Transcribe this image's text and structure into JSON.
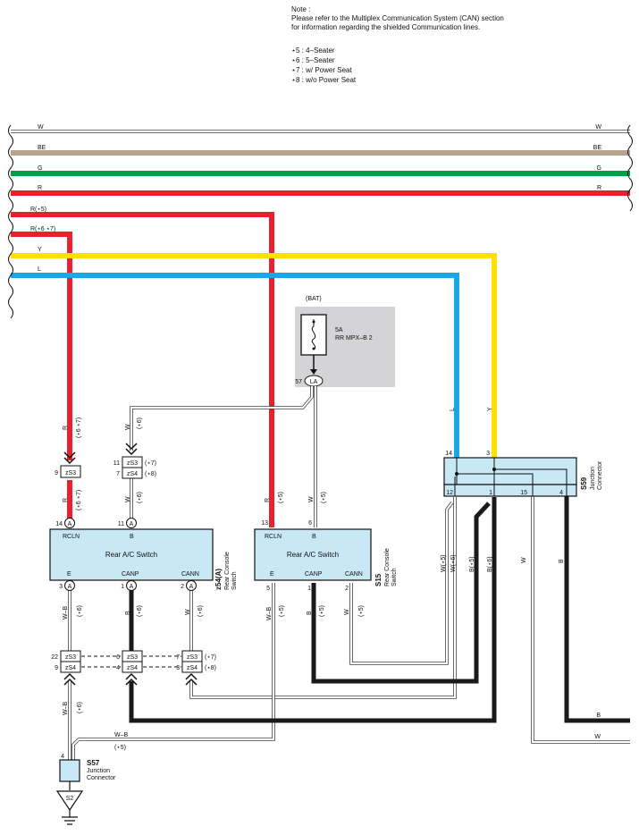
{
  "note": {
    "title": "Note :",
    "line1": "Please refer to the Multiplex Communication System (CAN) section",
    "line2": "for information regarding the shielded Communication lines.",
    "legend": [
      "⋆5 : 4–Seater",
      "⋆6 : 5–Seater",
      "⋆7 : w/ Power Seat",
      "⋆8 : w/o Power Seat"
    ]
  },
  "colors": {
    "W": "#ffffff",
    "BE": "#b8a48c",
    "G": "#00a04a",
    "R": "#e8212c",
    "Y": "#ffe000",
    "L": "#1ba7e6",
    "B": "#1a1a1a",
    "switch_fill": "#c8e8f6",
    "fuse_bg": "#d4d4d6"
  },
  "bus": {
    "left": [
      "W",
      "BE",
      "G",
      "R",
      "R(⋆5)",
      "R(⋆6 ⋆7)",
      "Y",
      "L"
    ],
    "right": [
      "W",
      "BE",
      "G",
      "R"
    ]
  },
  "fuse": {
    "supply": "(BAT)",
    "rating": "5A",
    "name": "RR MPX–B 2",
    "conn_pin": "57",
    "conn_id": "LA"
  },
  "z54": {
    "title": "Rear A/C Switch",
    "code": "z54(A)",
    "desc1": "Rear Console",
    "desc2": "Switch",
    "pins": {
      "rcln": "RCLN",
      "b": "B",
      "e": "E",
      "canp": "CANP",
      "cann": "CANN"
    },
    "pin_nums": {
      "rcln": "14",
      "b": "11",
      "e": "3",
      "canp": "1",
      "cann": "2"
    },
    "conn": "A"
  },
  "s15": {
    "title": "Rear A/C Switch",
    "code": "S15",
    "desc1": "Rear Console",
    "desc2": "Switch",
    "pins": {
      "rcln": "RCLN",
      "b": "B",
      "e": "E",
      "canp": "CANP",
      "cann": "CANN"
    },
    "pin_nums": {
      "rcln": "13",
      "b": "6",
      "e": "5",
      "canp": "1",
      "cann": "2"
    }
  },
  "s59": {
    "code": "S59",
    "desc1": "Junction",
    "desc2": "Connector",
    "pins_top": [
      "14",
      "3"
    ],
    "pins_bottom": [
      "12",
      "1",
      "15",
      "4"
    ]
  },
  "s57": {
    "code": "S57",
    "desc1": "Junction",
    "desc2": "Connector",
    "pin": "4"
  },
  "ground": {
    "id": "S2"
  },
  "connectors": {
    "zs3": "zS3",
    "zs4": "zS4"
  },
  "wire_labels": {
    "r": "R",
    "r67": "(⋆6 ⋆7)",
    "w": "W",
    "w6": "(⋆6)",
    "w5": "(⋆5)",
    "wb": "W–B",
    "b": "B",
    "l": "L",
    "y": "Y",
    "wp5": "W(⋆5)",
    "wp6": "W(⋆6)",
    "bp5": "B(⋆5)",
    "bp6": "B(⋆6)",
    "s7": "(⋆7)",
    "s8": "(⋆8)",
    "s6": "(⋆6)",
    "s5": "(⋆5)"
  },
  "splice_pins": {
    "rcln_zs3": "9",
    "b_zs3": "11",
    "b_zs4": "7",
    "e_zs3": "22",
    "e_zs4": "9",
    "canp_zs3": "6",
    "canp_zs4": "4",
    "cann_zs3": "7",
    "cann_zs4": "3"
  },
  "right_labels": {
    "b": "B",
    "w": "W"
  }
}
